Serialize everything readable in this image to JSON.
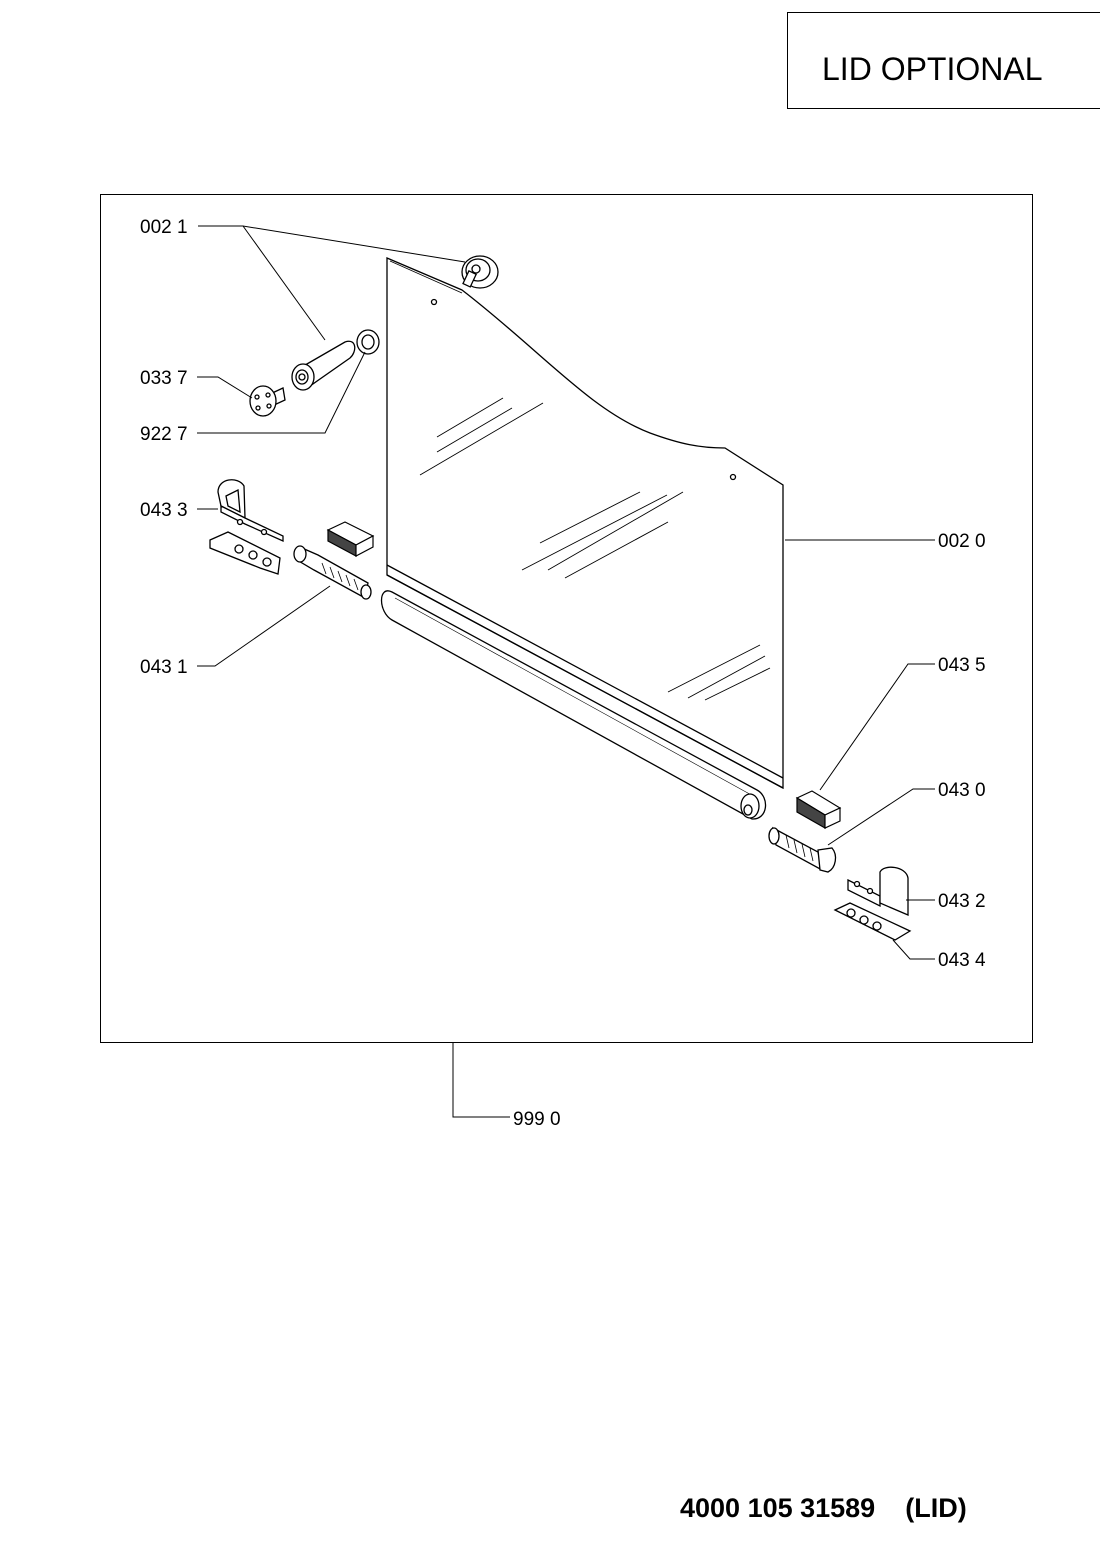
{
  "header": {
    "title": "LID OPTIONAL"
  },
  "callouts": {
    "c0021": "002 1",
    "c0337": "033 7",
    "c9227": "922 7",
    "c0433": "043 3",
    "c0431": "043 1",
    "c0020": "002 0",
    "c0435": "043 5",
    "c0430": "043 0",
    "c0432": "043 2",
    "c0434": "043 4",
    "c9990": "999 0"
  },
  "footer": {
    "part_number": "4000 105 31589",
    "label": "(LID)"
  }
}
